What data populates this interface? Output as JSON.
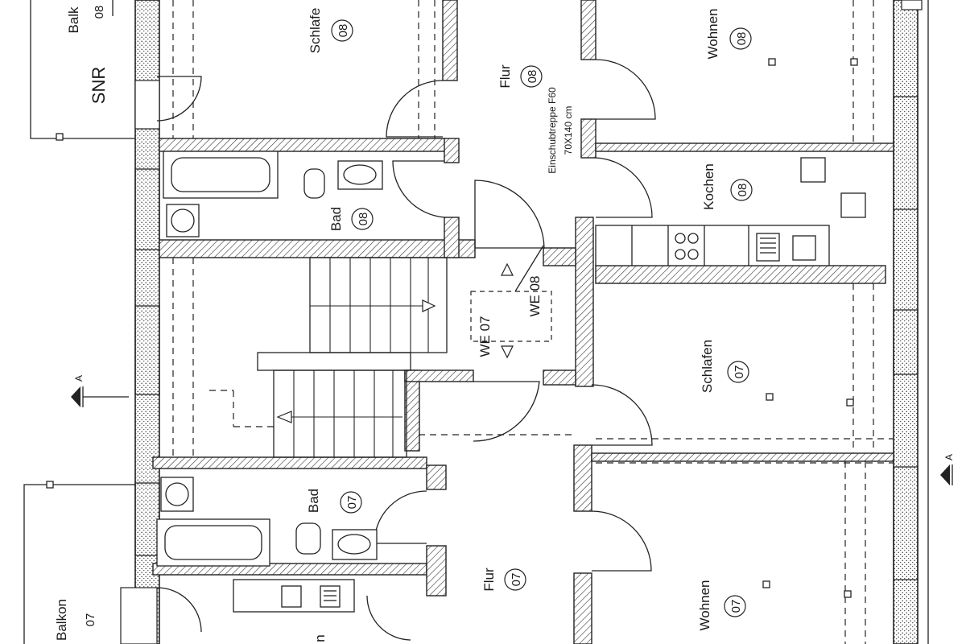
{
  "rooms": {
    "balkon_08": {
      "label": "Balk",
      "number": "08"
    },
    "snr": {
      "label": "SNR"
    },
    "schlafen_08": {
      "label": "Schlafe",
      "number": "08"
    },
    "flur_08": {
      "label": "Flur",
      "number": "08"
    },
    "wohnen_08": {
      "label": "Wohnen",
      "number": "08"
    },
    "bad_08": {
      "label": "Bad",
      "number": "08"
    },
    "kochen_08": {
      "label": "Kochen",
      "number": "08"
    },
    "schlafen_07": {
      "label": "Schlafen",
      "number": "07"
    },
    "bad_07": {
      "label": "Bad",
      "number": "07"
    },
    "flur_07": {
      "label": "Flur",
      "number": "07"
    },
    "wohnen_07": {
      "label": "Wohnen",
      "number": "07"
    },
    "balkon_07": {
      "label": "Balkon",
      "number": "07"
    },
    "partial_bottom": {
      "label": "n"
    }
  },
  "annotations": {
    "stair_note_line1": "Einschubtreppe F60",
    "stair_note_line2": "70X140 cm",
    "we_07": "WE 07",
    "we_08": "WE 08",
    "section_left": "A",
    "section_right": "A"
  }
}
